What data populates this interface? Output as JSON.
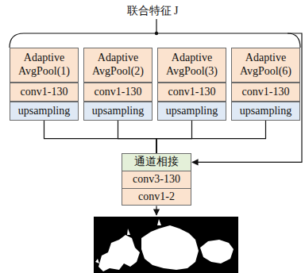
{
  "diagram": {
    "title": "联合特征 J",
    "nodes": [
      {
        "text": [
          "Adaptive AvgPool(1)"
        ]
      },
      {
        "text": [
          "conv1-130"
        ]
      },
      {
        "text": [
          "upsampling"
        ]
      },
      {
        "text": [
          "Adaptive AvgPool(2)"
        ]
      },
      {
        "text": [
          "conv1-130"
        ]
      },
      {
        "text": [
          "upsampling"
        ]
      },
      {
        "text": [
          "Adaptive AvgPool(3)"
        ]
      },
      {
        "text": [
          "conv1-130"
        ]
      },
      {
        "text": [
          "upsampling"
        ]
      },
      {
        "text": [
          "Adaptive AvgPool(6)"
        ]
      },
      {
        "text": [
          "conv1-130"
        ]
      },
      {
        "text": [
          "upsampling"
        ]
      },
      {
        "text": [
          "通道相接"
        ]
      },
      {
        "text": [
          "conv3-130"
        ]
      },
      {
        "text": [
          "conv1-2"
        ]
      }
    ],
    "edges": [
      {
        "from": 2,
        "to": 12,
        "arrow": "none"
      },
      {
        "from": 5,
        "to": 12,
        "arrow": "none"
      },
      {
        "from": 8,
        "to": 12,
        "arrow": "none"
      },
      {
        "from": 11,
        "to": 12,
        "arrow": "none"
      }
    ]
  }
}
